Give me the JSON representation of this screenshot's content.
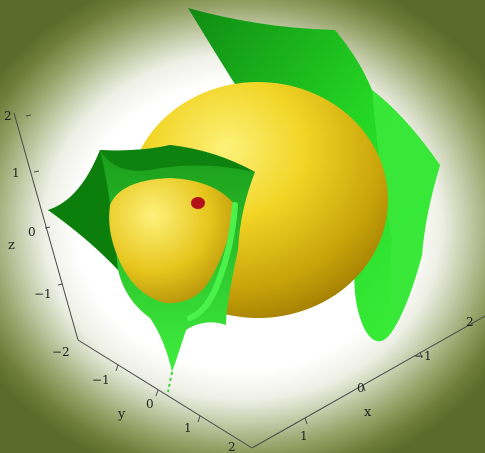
{
  "colors": {
    "outer_sphere_light": "#f8e84a",
    "outer_sphere_dark": "#a88000",
    "surface_green_light": "#35ee35",
    "surface_green_dark": "#0a7a0a",
    "marker": "#b3121b",
    "vignette": "#5a6b2a"
  },
  "axes": {
    "z": {
      "label": "z",
      "ticks": [
        "2",
        "1",
        "0",
        "−1",
        "−2"
      ]
    },
    "y": {
      "label": "y",
      "ticks": [
        "−1",
        "0",
        "1",
        "2"
      ]
    },
    "x": {
      "label": "x",
      "ticks": [
        "2",
        "1",
        "0",
        "−1"
      ]
    }
  }
}
